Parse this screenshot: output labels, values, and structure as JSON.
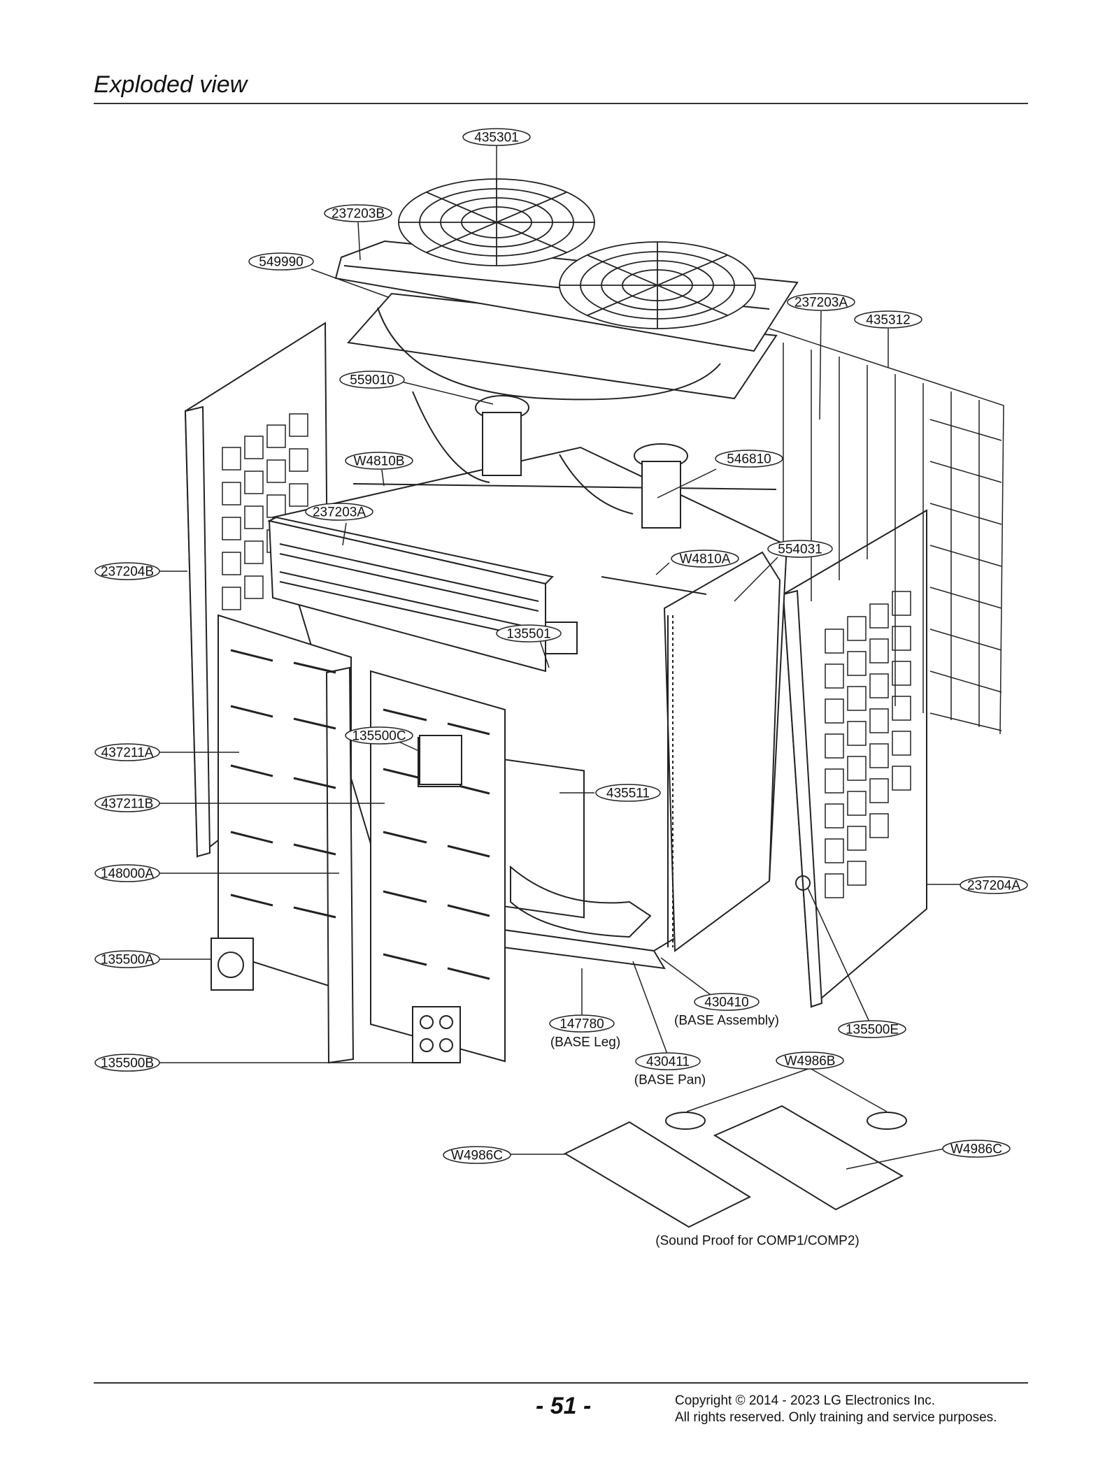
{
  "page": {
    "title": "Exploded view",
    "page_number": "- 51 -",
    "copyright_line1": "Copyright © 2014 - 2023 LG Electronics Inc.",
    "copyright_line2": "All rights reserved. Only training and service purposes."
  },
  "labels": {
    "p435301": "435301",
    "p237203B": "237203B",
    "p549990": "549990",
    "p237203A_top": "237203A",
    "p435312": "435312",
    "p559010": "559010",
    "pW4810B": "W4810B",
    "p546810": "546810",
    "p237203A_mid": "237203A",
    "p237204B": "237204B",
    "pW4810A": "W4810A",
    "p554031": "554031",
    "p135501": "135501",
    "p135500C": "135500C",
    "p437211A": "437211A",
    "p437211B": "437211B",
    "p435511": "435511",
    "p148000A": "148000A",
    "p237204A": "237204A",
    "p135500A": "135500A",
    "p430410": "430410",
    "p147780": "147780",
    "p135500E": "135500E",
    "p430411": "430411",
    "pW4986B": "W4986B",
    "p135500B": "135500B",
    "pW4986C_left": "W4986C",
    "pW4986C_right": "W4986C"
  },
  "captions": {
    "base_assembly": "(BASE Assembly)",
    "base_leg": "(BASE Leg)",
    "base_pan": "(BASE Pan)",
    "sound_proof": "(Sound Proof for COMP1/COMP2)"
  }
}
